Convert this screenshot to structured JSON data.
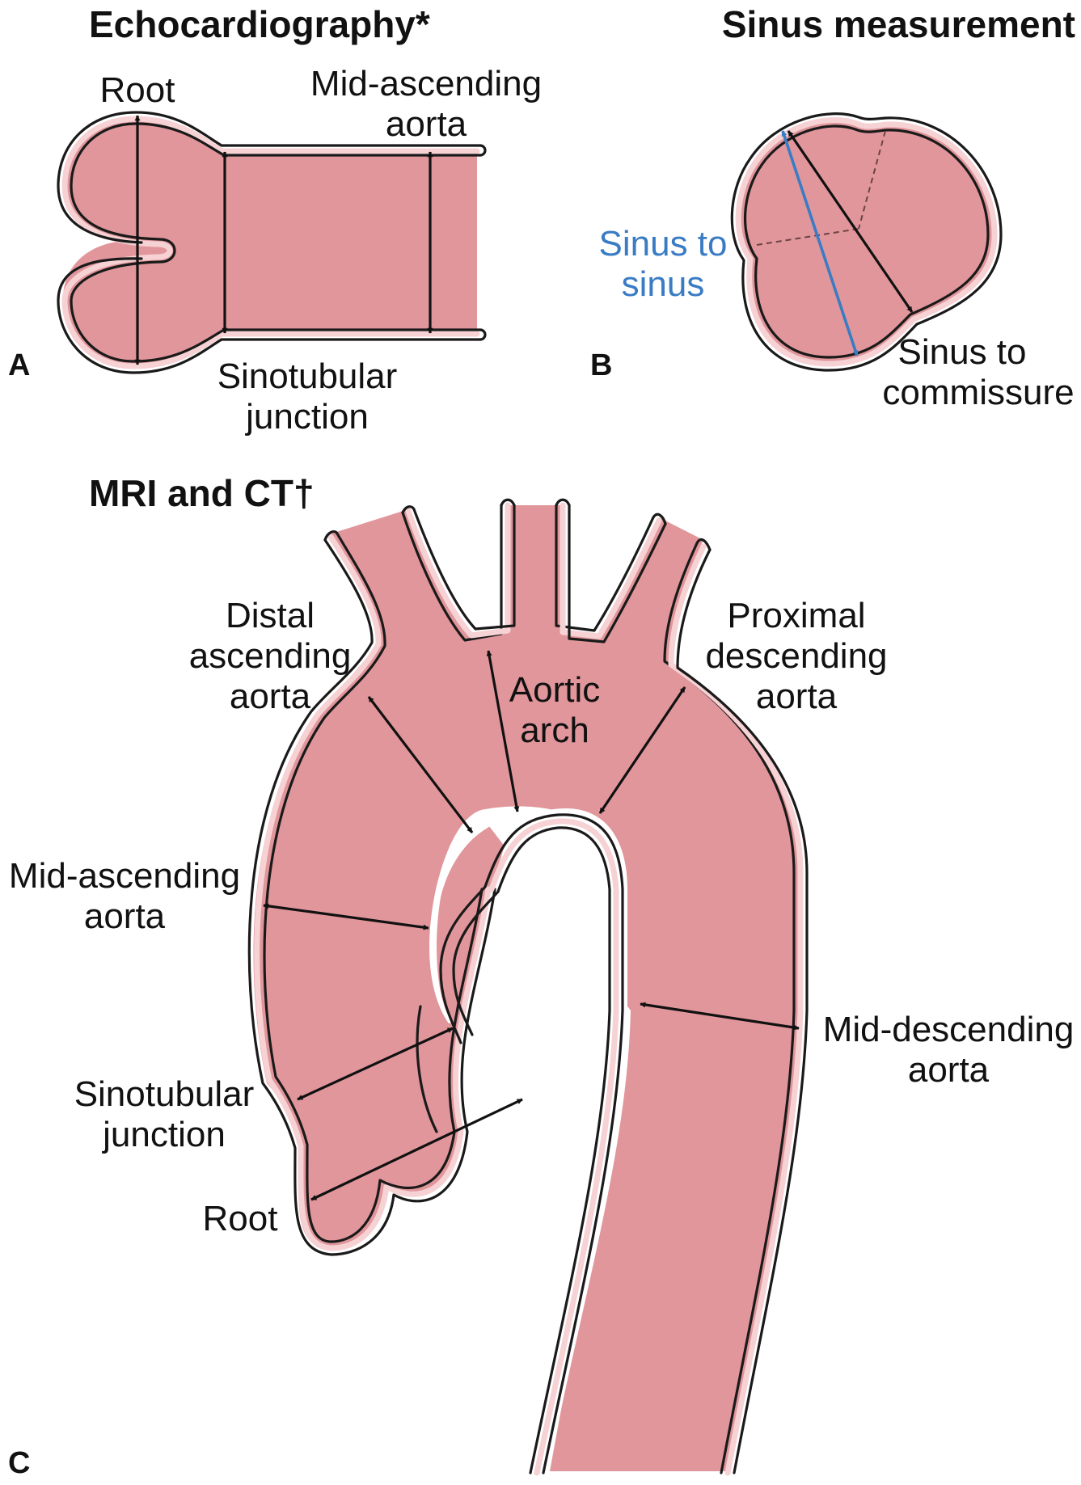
{
  "panel_a": {
    "letter": "A",
    "title": "Echocardiography*",
    "root_label": "Root",
    "mid_ascending_line1": "Mid-ascending",
    "mid_ascending_line2": "aorta",
    "stj_line1": "Sinotubular",
    "stj_line2": "junction"
  },
  "panel_b": {
    "letter": "B",
    "title": "Sinus measurement",
    "sinus_to_sinus_line1": "Sinus to",
    "sinus_to_sinus_line2": "sinus",
    "sinus_to_commissure_line1": "Sinus to",
    "sinus_to_commissure_line2": "commissure"
  },
  "panel_c": {
    "letter": "C",
    "title": "MRI and CT†",
    "distal_ascending_line1": "Distal",
    "distal_ascending_line2": "ascending",
    "distal_ascending_line3": "aorta",
    "aortic_arch_line1": "Aortic",
    "aortic_arch_line2": "arch",
    "proximal_descending_line1": "Proximal",
    "proximal_descending_line2": "descending",
    "proximal_descending_line3": "aorta",
    "mid_ascending_line1": "Mid-ascending",
    "mid_ascending_line2": "aorta",
    "mid_descending_line1": "Mid-descending",
    "mid_descending_line2": "aorta",
    "stj_line1": "Sinotubular",
    "stj_line2": "junction",
    "root_label": "Root"
  },
  "colors": {
    "vessel_fill": "#e1969b",
    "vessel_wall": "#f6d2d4",
    "outline": "#1a1a1a",
    "blue_label": "#3a7cc4"
  }
}
